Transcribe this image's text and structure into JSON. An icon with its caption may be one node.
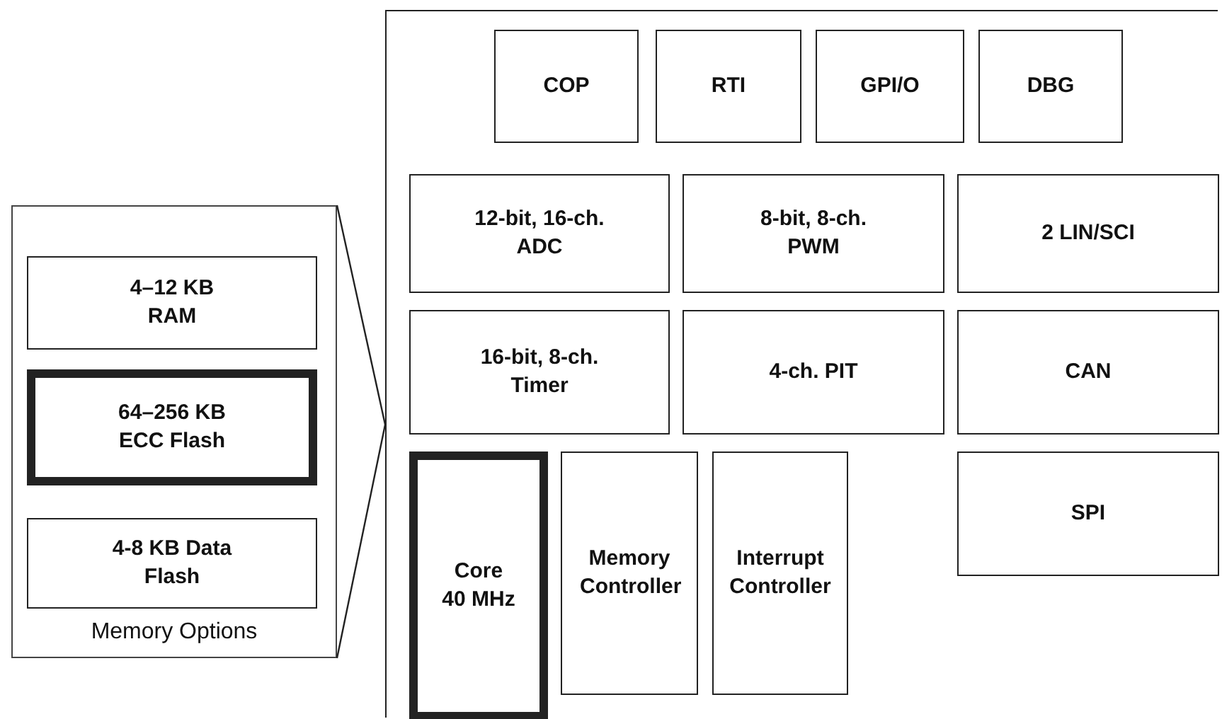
{
  "diagram": {
    "nodes": [
      {
        "text": [
          "Memory Options"
        ]
      },
      {
        "text": [
          "4–12 KB RAM"
        ],
        "in": 0
      },
      {
        "text": [
          "64–256 KB ECC Flash"
        ],
        "in": 0
      },
      {
        "text": [
          "4-8 KB Data Flash"
        ],
        "in": 0
      },
      {
        "text": [],
        "shape": "box"
      },
      {
        "text": [
          "COP"
        ],
        "in": 4
      },
      {
        "text": [
          "RTI"
        ],
        "in": 4
      },
      {
        "text": [
          "GPI/O"
        ],
        "in": 4
      },
      {
        "text": [
          "DBG"
        ],
        "in": 4
      },
      {
        "text": [
          "12-bit, 16-ch. ADC"
        ],
        "in": 4
      },
      {
        "text": [
          "8-bit, 8-ch. PWM"
        ],
        "in": 4
      },
      {
        "text": [
          "2 LIN/SCI"
        ],
        "in": 4
      },
      {
        "text": [
          "16-bit, 8-ch. Timer"
        ],
        "in": 4
      },
      {
        "text": [
          "4-ch. PIT"
        ],
        "in": 4
      },
      {
        "text": [
          "CAN"
        ],
        "in": 4
      },
      {
        "text": [
          "Core 40 MHz"
        ],
        "in": 4
      },
      {
        "text": [
          "Memory Controller"
        ],
        "in": 4
      },
      {
        "text": [
          "Interrupt Controller"
        ],
        "in": 4
      },
      {
        "text": [
          "SPI"
        ],
        "in": 4
      }
    ],
    "edges": [
      {
        "from": 0,
        "to": 4,
        "arrow": "none"
      },
      {
        "from": 0,
        "to": 4,
        "arrow": "none"
      }
    ]
  }
}
